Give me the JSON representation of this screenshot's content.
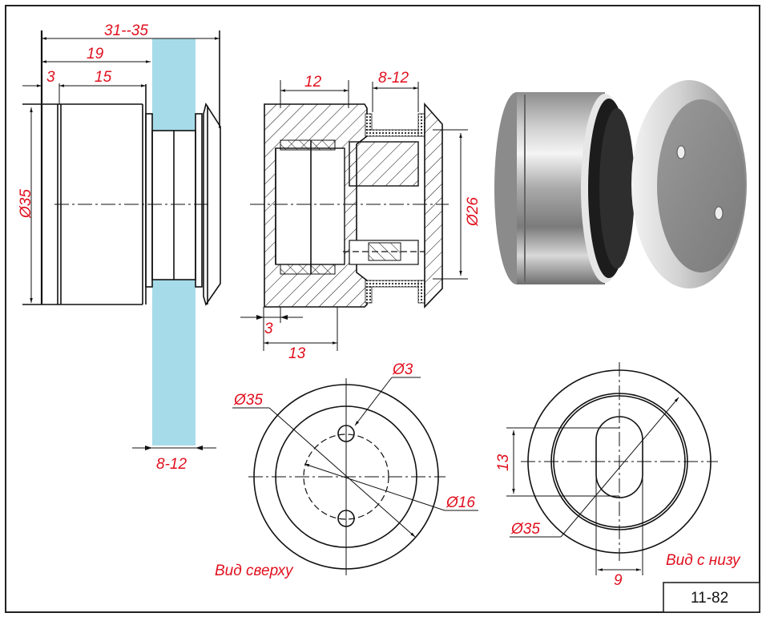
{
  "drawing": {
    "code": "11-82",
    "colors": {
      "dimension_text": "#e0101e",
      "glass": "#a6dbe9",
      "lines": "#111111"
    }
  },
  "side_view": {
    "dims": {
      "overall": "31--35",
      "to_glass": "19",
      "flange": "3",
      "body": "15",
      "diameter": "Ø35",
      "glass_thickness": "8-12"
    }
  },
  "section_view": {
    "dims": {
      "top_width": "12",
      "glass_gap": "8-12",
      "diameter": "Ø26",
      "lip": "3",
      "bottom_width": "13"
    }
  },
  "top_view": {
    "caption": "Вид сверху",
    "dims": {
      "outer": "Ø35",
      "hole": "Ø3",
      "bolt_circle": "Ø16"
    }
  },
  "bottom_view": {
    "caption": "Вид с низу",
    "dims": {
      "outer": "Ø35",
      "slot_length": "13",
      "slot_width": "9"
    }
  },
  "render": {
    "subject": "3d-render-of-glass-spider-fitting"
  }
}
